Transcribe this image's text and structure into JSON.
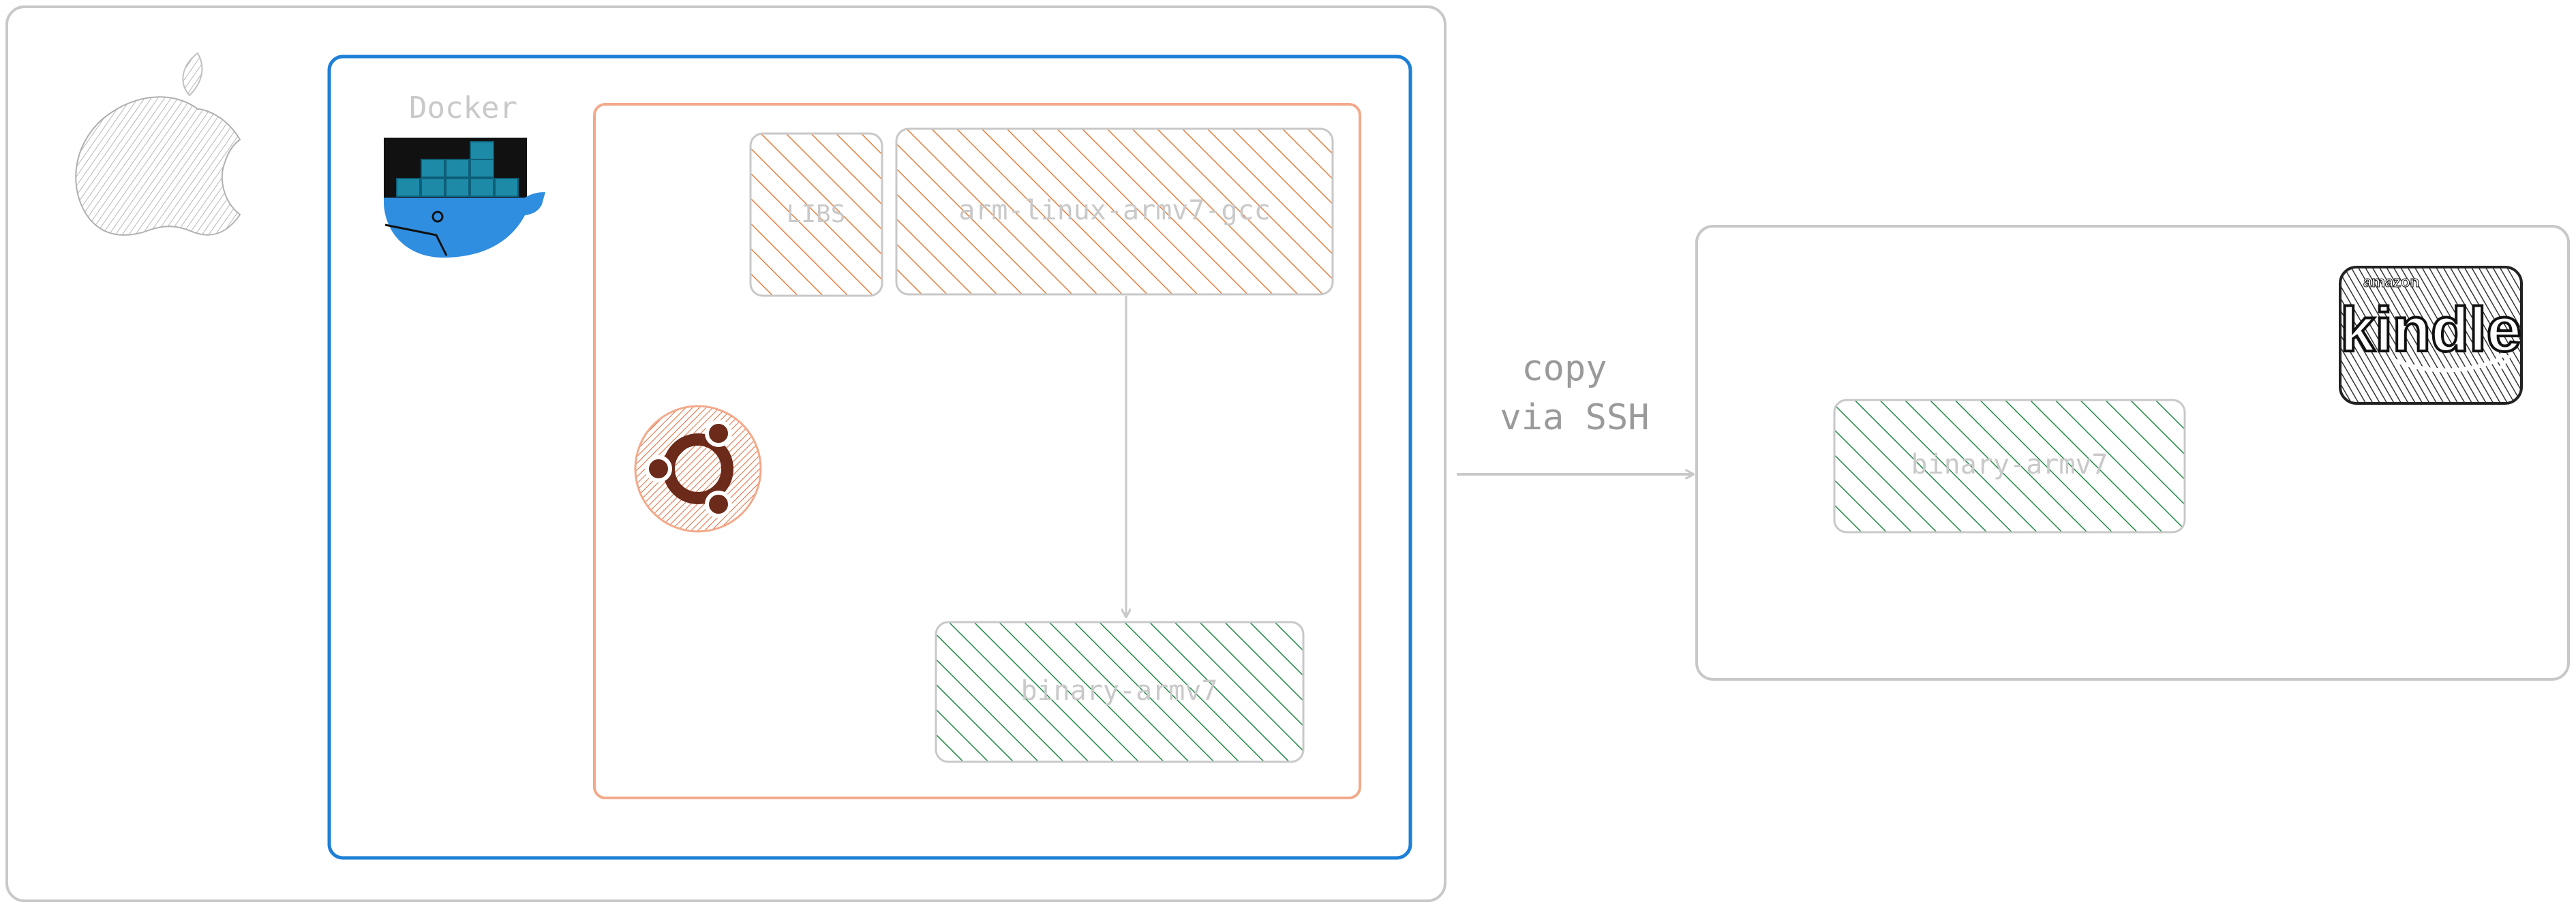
{
  "colors": {
    "frame_gray": "#c8c8c8",
    "docker_blue": "#1e7fd6",
    "ubuntu_orange": "#f2a98a",
    "hatch_orange": "#e67e3c",
    "hatch_green": "#1f8a46",
    "label_gray": "#c9c9c9",
    "text_gray": "#9a9a9a",
    "ubuntu_brown": "#6b2a1a",
    "docker_whale": "#2f8ee0",
    "docker_box": "#1d8aa8"
  },
  "host": {
    "icon": "apple-icon"
  },
  "docker": {
    "label": "Docker",
    "icon": "docker-whale-icon"
  },
  "ubuntu": {
    "icon": "ubuntu-icon"
  },
  "build": {
    "libs_label": "LIBS",
    "gcc_label": "arm-linux-armv7-gcc",
    "binary_label": "binary-armv7"
  },
  "transfer": {
    "line1": "copy",
    "line2": "via SSH"
  },
  "target": {
    "binary_label": "binary-armv7",
    "kindle_brand_small": "amazon",
    "kindle_brand": "kindle",
    "icon": "kindle-logo-icon"
  }
}
